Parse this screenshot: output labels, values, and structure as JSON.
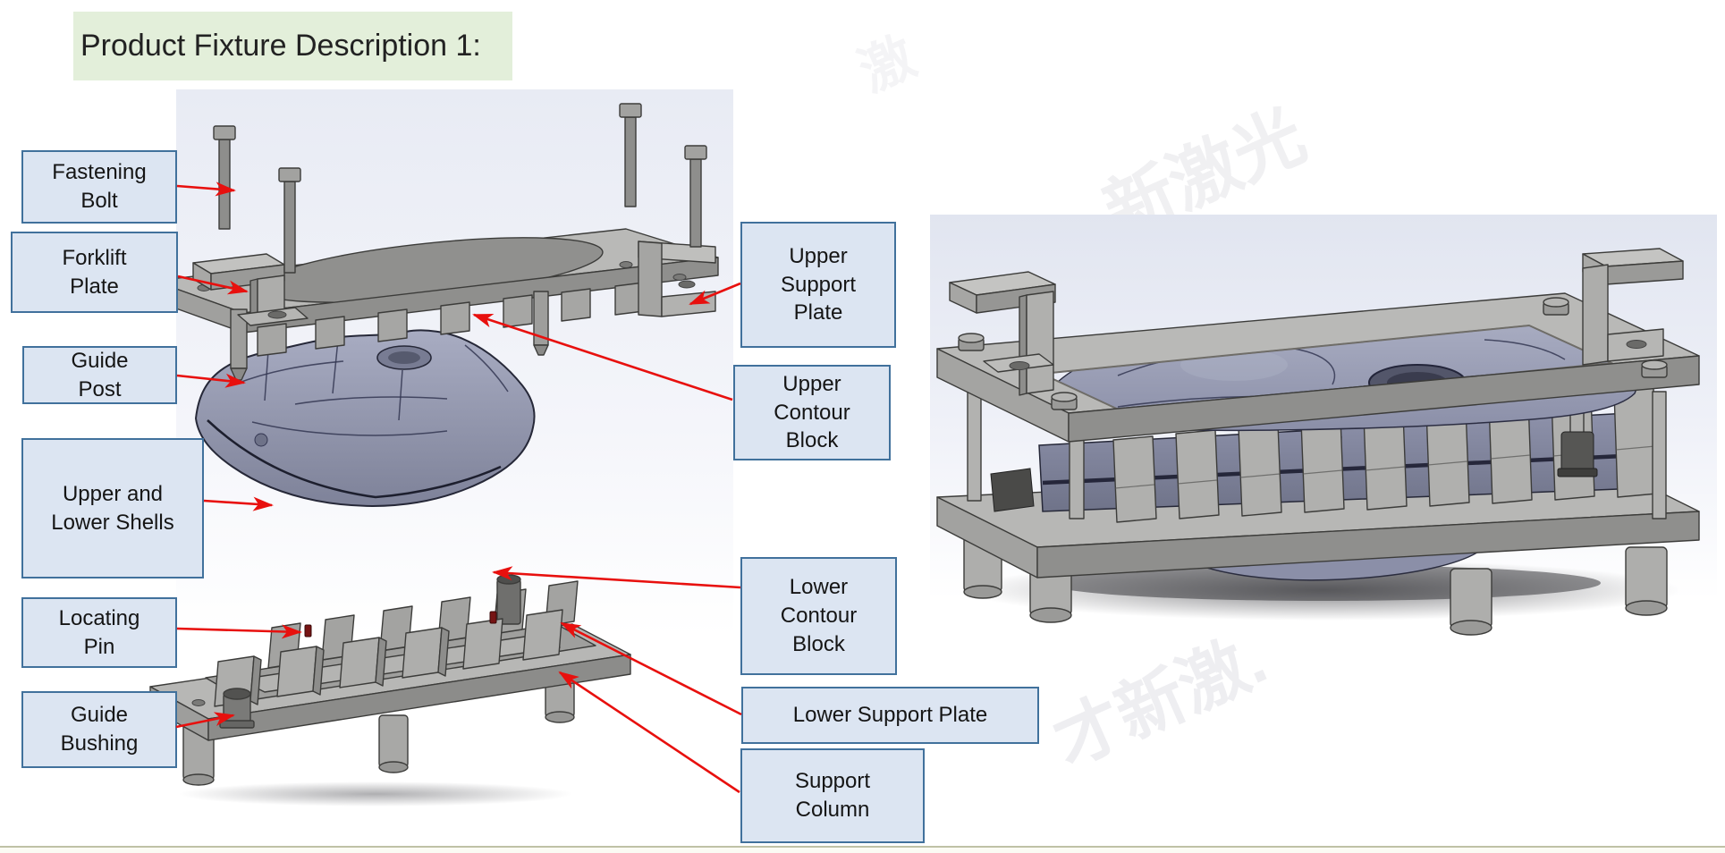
{
  "title": {
    "text": "Product Fixture Description 1:"
  },
  "callouts": [
    {
      "id": "fastening-bolt",
      "text": "Fastening\nBolt"
    },
    {
      "id": "forklift-plate",
      "text": "Forklift\nPlate"
    },
    {
      "id": "guide-post",
      "text": "Guide\nPost"
    },
    {
      "id": "upper-lower-shells",
      "text": "Upper and\nLower Shells"
    },
    {
      "id": "locating-pin",
      "text": "Locating\nPin"
    },
    {
      "id": "guide-bushing",
      "text": "Guide\nBushing"
    },
    {
      "id": "upper-support-plate",
      "text": "Upper\nSupport\nPlate"
    },
    {
      "id": "upper-contour-block",
      "text": "Upper\nContour\nBlock"
    },
    {
      "id": "lower-contour-block",
      "text": "Lower\nContour\nBlock"
    },
    {
      "id": "lower-support-plate",
      "text": "Lower Support Plate"
    },
    {
      "id": "support-column",
      "text": "Support\nColumn"
    }
  ],
  "views": {
    "left_description": "exploded-view-of-fixture",
    "right_description": "assembled-fixture-view"
  },
  "watermarks": {
    "top": "新激光",
    "bottom": "才新激.",
    "title_area": "激"
  },
  "colors": {
    "arrow_red": "#e8100e",
    "label_fill": "#dce5f2",
    "label_border": "#41719c",
    "title_bg": "#e3efda",
    "cad_gray": "#b4b4b2",
    "tank_blue": "#9397b0"
  }
}
